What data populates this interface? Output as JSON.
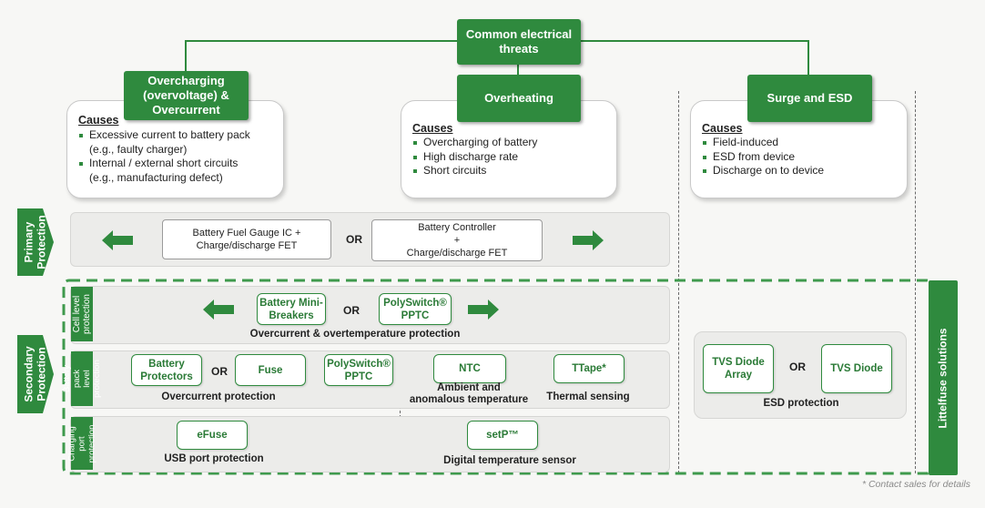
{
  "top": {
    "label": "Common electrical\nthreats"
  },
  "threats": [
    {
      "header": "Overcharging\n(overvoltage) &\nOvercurrent",
      "causes_title": "Causes",
      "items": [
        {
          "text": "Excessive current to battery pack",
          "sub": "(e.g., faulty charger)"
        },
        {
          "text": "Internal / external short circuits",
          "sub": "(e.g., manufacturing defect)"
        }
      ]
    },
    {
      "header": "Overheating",
      "causes_title": "Causes",
      "items": [
        {
          "text": "Overcharging of battery"
        },
        {
          "text": "High discharge rate"
        },
        {
          "text": "Short circuits"
        }
      ]
    },
    {
      "header": "Surge and ESD",
      "causes_title": "Causes",
      "items": [
        {
          "text": "Field-induced"
        },
        {
          "text": "ESD from device"
        },
        {
          "text": "Discharge on to device"
        }
      ]
    }
  ],
  "primary": {
    "label": "Primary\nProtection",
    "box1": "Battery Fuel Gauge IC +\nCharge/discharge FET",
    "or": "OR",
    "box2": "Battery Controller\n+\nCharge/discharge FET"
  },
  "secondary": {
    "label": "Secondary\nProtection",
    "cell": {
      "label": "Cell level\nprotection",
      "box1": "Battery Mini-\nBreakers",
      "or": "OR",
      "box2": "PolySwitch®\nPPTC",
      "caption": "Overcurrent & overtemperature protection"
    },
    "pack": {
      "label": "Battery\npack level\nprotection",
      "box1": "Battery\nProtectors",
      "or": "OR",
      "box2": "Fuse",
      "box3": "PolySwitch®\nPPTC",
      "caption": "Overcurrent protection",
      "box4": "NTC",
      "caption4": "Ambient and\nanomalous temperature",
      "box5": "TTape*",
      "caption5": "Thermal sensing"
    },
    "charging": {
      "label": "Charging\nport\nprotection",
      "box1": "eFuse",
      "caption1": "USB port protection",
      "box2": "setP™",
      "caption2": "Digital temperature sensor"
    }
  },
  "esd": {
    "box1": "TVS Diode\nArray",
    "or": "OR",
    "box2": "TVS Diode",
    "caption": "ESD protection"
  },
  "littelfuse": {
    "label": "Littelfuse solutions"
  },
  "footnote": "* Contact sales for details",
  "colors": {
    "brand_green": "#2f8a3e",
    "row_gray": "#ececea"
  }
}
